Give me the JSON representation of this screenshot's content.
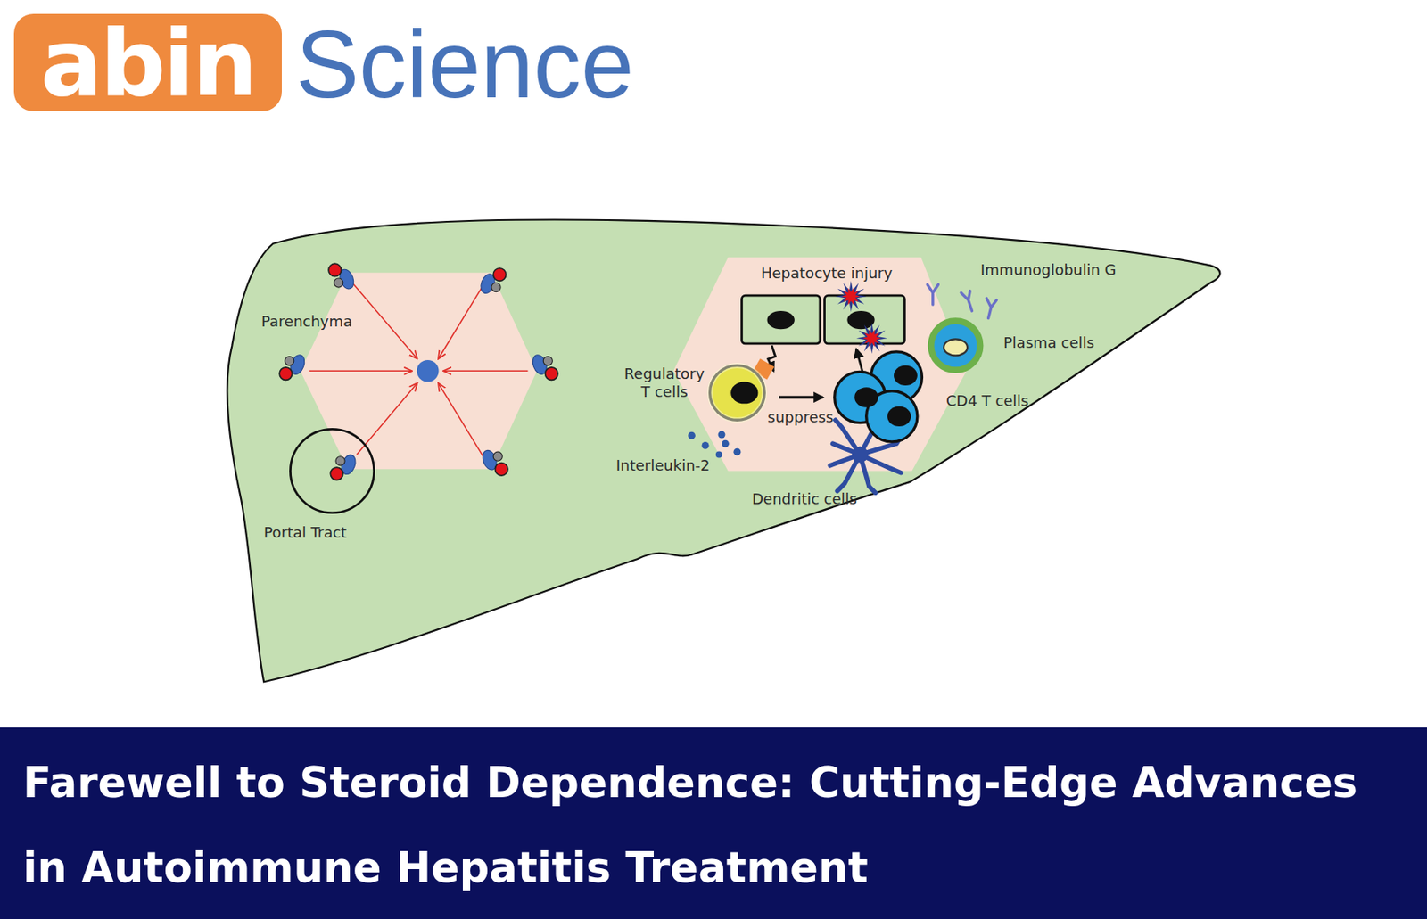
{
  "diagram": {
    "title": "Farewell to Steroid Dependence: Cutting-Edge Advances in Autoimmune Hepatitis Treatment",
    "nodes": [
      {
        "text": [
          "abin"
        ]
      }
    ],
    "labels": [
      "Science",
      "Parenchyma",
      "Portal Tract",
      "Hepatocyte injury",
      "Immunoglobulin G",
      "Plasma cells",
      "Regulatory T cells",
      "suppress",
      "CD4 T cells",
      "Interleukin-2",
      "Dendritic cells"
    ]
  }
}
